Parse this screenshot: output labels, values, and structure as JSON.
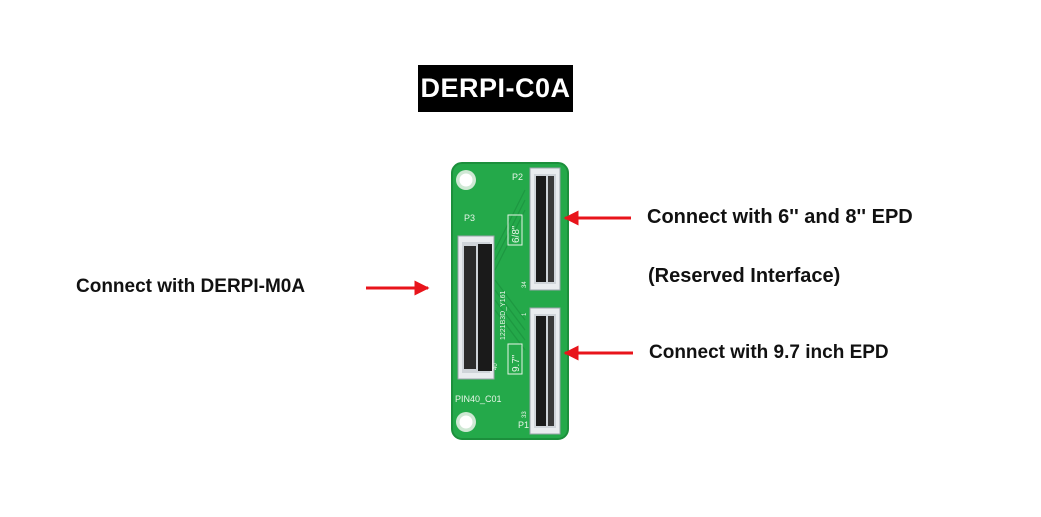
{
  "title": "DERPI-C0A",
  "labels": {
    "left": "Connect with DERPI-M0A",
    "right_top": "Connect with 6'' and 8'' EPD",
    "right_reserved": "(Reserved Interface)",
    "right_bottom": "Connect with 9.7 inch EPD"
  },
  "silkscreen": {
    "p1": "P1",
    "p2": "P2",
    "p3": "P3",
    "size_top": "6/8\"",
    "size_bottom": "9.7\"",
    "date_code": "1221B3D_Y161",
    "pin34": "34",
    "pin40": "40",
    "pin33": "33",
    "pin_1": "1",
    "model": "PIN40_C01"
  },
  "colors": {
    "pcb": "#24a94a",
    "pcb_dark": "#1c8f3c",
    "connector": "#1a1a1a",
    "connector_cap": "#e9ecef",
    "arrow": "#e8141b"
  }
}
